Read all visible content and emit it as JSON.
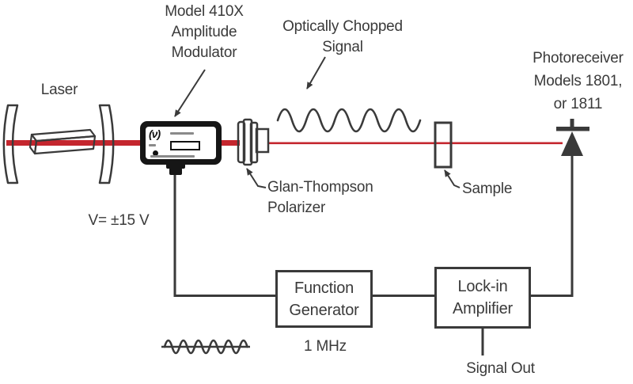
{
  "title": "Amplitude modulation optical setup diagram",
  "colors": {
    "ink": "#3a3a3a",
    "beam": "#c4262e",
    "mirror": "#b5b5b5",
    "device": "#161616",
    "paper": "#ffffff"
  },
  "labels": {
    "laser": "Laser",
    "modulator": {
      "lines": [
        "Model 410X",
        "Amplitude",
        "Modulator"
      ]
    },
    "chopped_signal": {
      "lines": [
        "Optically Chopped",
        "Signal"
      ]
    },
    "photoreceiver": {
      "lines": [
        "Photoreceiver",
        "Models 1801,",
        "or 1811"
      ]
    },
    "polarizer": {
      "lines": [
        "Glan-Thompson",
        "Polarizer"
      ]
    },
    "sample": "Sample",
    "voltage": "V= ±15 V",
    "frequency": "1 MHz",
    "signal_out": "Signal Out"
  },
  "boxes": {
    "function_generator": {
      "lines": [
        "Function",
        "Generator"
      ]
    },
    "lock_in_amplifier": {
      "lines": [
        "Lock-in",
        "Amplifier"
      ]
    }
  },
  "device": {
    "logo": "(ν)"
  }
}
